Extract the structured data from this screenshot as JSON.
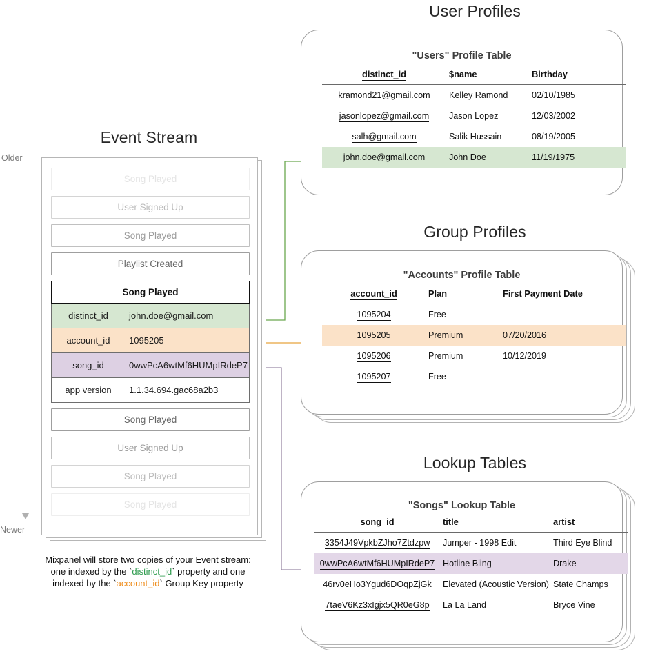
{
  "event_stream": {
    "title": "Event Stream",
    "older_label": "Older",
    "newer_label": "Newer",
    "events_before": [
      {
        "label": "Song Played",
        "fade": "f-05"
      },
      {
        "label": "User Signed Up",
        "fade": "f-1"
      },
      {
        "label": "Song Played",
        "fade": "f-2"
      },
      {
        "label": "Playlist Created",
        "fade": "f-3"
      }
    ],
    "selected_event": {
      "name": "Song Played",
      "properties": [
        {
          "key": "distinct_id",
          "value": "john.doe@gmail.com",
          "tone": "green"
        },
        {
          "key": "account_id",
          "value": "1095205",
          "tone": "orange"
        },
        {
          "key": "song_id",
          "value": "0wwPcA6wtMf6HUMpIRdeP7",
          "tone": "purple"
        },
        {
          "key": "app version",
          "value": "1.1.34.694.gac68a2b3",
          "tone": "plain"
        }
      ]
    },
    "events_after": [
      {
        "label": "Song Played",
        "fade": "f-3"
      },
      {
        "label": "User Signed Up",
        "fade": "f-2"
      },
      {
        "label": "Song Played",
        "fade": "f-1"
      },
      {
        "label": "Song Played",
        "fade": "f-05"
      }
    ],
    "caption": {
      "line1": "Mixpanel will store two copies of your Event stream:",
      "line2_a": "one indexed by the `",
      "line2_token": "distinct_id",
      "line2_b": "` property and one",
      "line3_a": "indexed by the `",
      "line3_token": "account_id",
      "line3_b": "` Group Key property"
    }
  },
  "user_profiles": {
    "heading": "User Profiles",
    "table_title": "\"Users\" Profile Table",
    "columns": [
      "distinct_id",
      "$name",
      "Birthday"
    ],
    "rows": [
      {
        "id": "kramond21@gmail.com",
        "name": "Kelley Ramond",
        "birthday": "02/10/1985",
        "highlight": ""
      },
      {
        "id": "jasonlopez@gmail.com",
        "name": "Jason Lopez",
        "birthday": "12/03/2002",
        "highlight": ""
      },
      {
        "id": "salh@gmail.com",
        "name": "Salik Hussain",
        "birthday": "08/19/2005",
        "highlight": ""
      },
      {
        "id": "john.doe@gmail.com",
        "name": "John Doe",
        "birthday": "11/19/1975",
        "highlight": "hl-green"
      }
    ]
  },
  "group_profiles": {
    "heading": "Group Profiles",
    "table_title": "\"Accounts\" Profile Table",
    "columns": [
      "account_id",
      "Plan",
      "First Payment Date"
    ],
    "rows": [
      {
        "id": "1095204",
        "plan": "Free",
        "first_payment": "",
        "highlight": ""
      },
      {
        "id": "1095205",
        "plan": "Premium",
        "first_payment": "07/20/2016",
        "highlight": "hl-orange"
      },
      {
        "id": "1095206",
        "plan": "Premium",
        "first_payment": "10/12/2019",
        "highlight": ""
      },
      {
        "id": "1095207",
        "plan": "Free",
        "first_payment": "",
        "highlight": ""
      }
    ]
  },
  "lookup_tables": {
    "heading": "Lookup Tables",
    "table_title": "\"Songs\" Lookup Table",
    "columns": [
      "song_id",
      "title",
      "artist"
    ],
    "rows": [
      {
        "id": "3354J49VpkbZJho7Ztdzpw",
        "title": "Jumper - 1998 Edit",
        "artist": "Third Eye Blind",
        "highlight": ""
      },
      {
        "id": "0wwPcA6wtMf6HUMpIRdeP7",
        "title": "Hotline Bling",
        "artist": "Drake",
        "highlight": "hl-purple"
      },
      {
        "id": "46rv0eHo3Ygud6DOqpZjGk",
        "title": "Elevated (Acoustic Version)",
        "artist": "State Champs",
        "highlight": ""
      },
      {
        "id": "7taeV6Kz3xIgjx5QR0eG8p",
        "title": "La La Land",
        "artist": "Bryce Vine",
        "highlight": ""
      }
    ]
  },
  "colors": {
    "green": "#d6e7d1",
    "orange": "#fbe2c8",
    "purple": "#e3d7e8",
    "connector_green": "#6aa84f",
    "connector_orange": "#e8a33d",
    "connector_purple": "#9b8aa6",
    "card_border": "#9e9e9e"
  }
}
